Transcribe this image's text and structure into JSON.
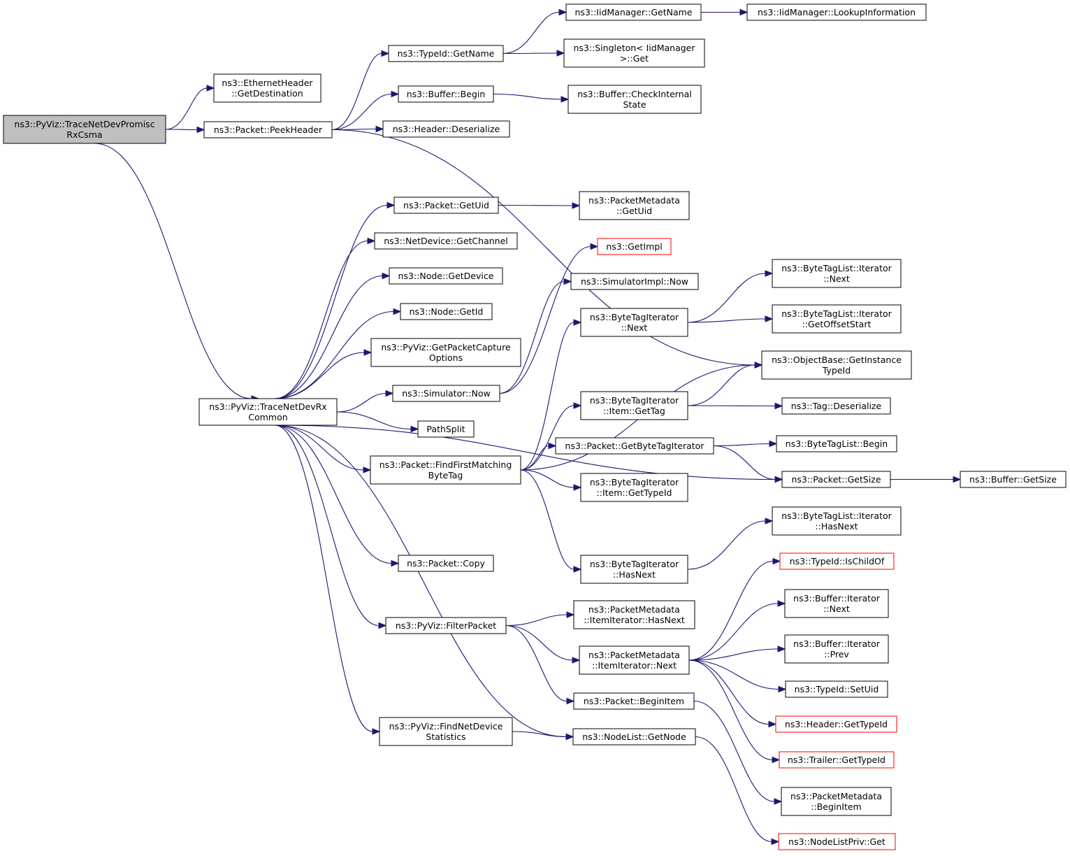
{
  "graph": {
    "nodes": [
      {
        "id": "root",
        "lines": [
          "ns3::PyViz::TraceNetDevPromisc",
          "RxCsma"
        ],
        "style": "root"
      },
      {
        "id": "eth_getdest",
        "lines": [
          "ns3::EthernetHeader",
          "::GetDestination"
        ]
      },
      {
        "id": "peekheader",
        "lines": [
          "ns3::Packet::PeekHeader"
        ]
      },
      {
        "id": "typeid_getname",
        "lines": [
          "ns3::TypeId::GetName"
        ]
      },
      {
        "id": "buffer_begin",
        "lines": [
          "ns3::Buffer::Begin"
        ]
      },
      {
        "id": "header_deser",
        "lines": [
          "ns3::Header::Deserialize"
        ]
      },
      {
        "id": "iid_getname",
        "lines": [
          "ns3::IidManager::GetName"
        ]
      },
      {
        "id": "iid_lookup",
        "lines": [
          "ns3::IidManager::LookupInformation"
        ]
      },
      {
        "id": "singleton_get",
        "lines": [
          "ns3::Singleton< IidManager",
          ">::Get"
        ]
      },
      {
        "id": "buffer_checkinternal",
        "lines": [
          "ns3::Buffer::CheckInternal",
          "State"
        ]
      },
      {
        "id": "tracecommon",
        "lines": [
          "ns3::PyViz::TraceNetDevRx",
          "Common"
        ]
      },
      {
        "id": "packet_getuid",
        "lines": [
          "ns3::Packet::GetUid"
        ]
      },
      {
        "id": "pmeta_getuid",
        "lines": [
          "ns3::PacketMetadata",
          "::GetUid"
        ]
      },
      {
        "id": "netdev_getchannel",
        "lines": [
          "ns3::NetDevice::GetChannel"
        ]
      },
      {
        "id": "node_getdevice",
        "lines": [
          "ns3::Node::GetDevice"
        ]
      },
      {
        "id": "node_getid",
        "lines": [
          "ns3::Node::GetId"
        ]
      },
      {
        "id": "getpacketcapture",
        "lines": [
          "ns3::PyViz::GetPacketCapture",
          "Options"
        ]
      },
      {
        "id": "simulator_now",
        "lines": [
          "ns3::Simulator::Now"
        ]
      },
      {
        "id": "pathsplit",
        "lines": [
          "PathSplit"
        ]
      },
      {
        "id": "findfirst",
        "lines": [
          "ns3::Packet::FindFirstMatching",
          "ByteTag"
        ]
      },
      {
        "id": "getimpl",
        "lines": [
          "ns3::GetImpl"
        ],
        "style": "red"
      },
      {
        "id": "simimpl_now",
        "lines": [
          "ns3::SimulatorImpl::Now"
        ]
      },
      {
        "id": "bti_next",
        "lines": [
          "ns3::ByteTagIterator",
          "::Next"
        ]
      },
      {
        "id": "btl_it_next",
        "lines": [
          "ns3::ByteTagList::Iterator",
          "::Next"
        ]
      },
      {
        "id": "btl_it_getoffset",
        "lines": [
          "ns3::ByteTagList::Iterator",
          "::GetOffsetStart"
        ]
      },
      {
        "id": "objbase_getinstance",
        "lines": [
          "ns3::ObjectBase::GetInstance",
          "TypeId"
        ]
      },
      {
        "id": "bti_item_gettag",
        "lines": [
          "ns3::ByteTagIterator",
          "::Item::GetTag"
        ]
      },
      {
        "id": "tag_deser",
        "lines": [
          "ns3::Tag::Deserialize"
        ]
      },
      {
        "id": "packet_getbytetagit",
        "lines": [
          "ns3::Packet::GetByteTagIterator"
        ]
      },
      {
        "id": "btl_begin",
        "lines": [
          "ns3::ByteTagList::Begin"
        ]
      },
      {
        "id": "packet_getsize",
        "lines": [
          "ns3::Packet::GetSize"
        ]
      },
      {
        "id": "buffer_getsize",
        "lines": [
          "ns3::Buffer::GetSize"
        ]
      },
      {
        "id": "bti_item_gettypeid",
        "lines": [
          "ns3::ByteTagIterator",
          "::Item::GetTypeId"
        ]
      },
      {
        "id": "btl_it_hasnext",
        "lines": [
          "ns3::ByteTagList::Iterator",
          "::HasNext"
        ]
      },
      {
        "id": "bti_hasnext",
        "lines": [
          "ns3::ByteTagIterator",
          "::HasNext"
        ]
      },
      {
        "id": "packet_copy",
        "lines": [
          "ns3::Packet::Copy"
        ]
      },
      {
        "id": "typeid_ischildof",
        "lines": [
          "ns3::TypeId::IsChildOf"
        ],
        "style": "red"
      },
      {
        "id": "buffer_it_next",
        "lines": [
          "ns3::Buffer::Iterator",
          "::Next"
        ]
      },
      {
        "id": "buffer_it_prev",
        "lines": [
          "ns3::Buffer::Iterator",
          "::Prev"
        ]
      },
      {
        "id": "filterpacket",
        "lines": [
          "ns3::PyViz::FilterPacket"
        ]
      },
      {
        "id": "pmeta_ii_hasnext",
        "lines": [
          "ns3::PacketMetadata",
          "::ItemIterator::HasNext"
        ]
      },
      {
        "id": "pmeta_ii_next",
        "lines": [
          "ns3::PacketMetadata",
          "::ItemIterator::Next"
        ]
      },
      {
        "id": "typeid_setuid",
        "lines": [
          "ns3::TypeId::SetUid"
        ]
      },
      {
        "id": "header_gettypeid",
        "lines": [
          "ns3::Header::GetTypeId"
        ],
        "style": "red"
      },
      {
        "id": "packet_beginitem",
        "lines": [
          "ns3::Packet::BeginItem"
        ]
      },
      {
        "id": "findnetdevstats",
        "lines": [
          "ns3::PyViz::FindNetDevice",
          "Statistics"
        ]
      },
      {
        "id": "nodelist_getnode",
        "lines": [
          "ns3::NodeList::GetNode"
        ]
      },
      {
        "id": "trailer_gettypeid",
        "lines": [
          "ns3::Trailer::GetTypeId"
        ],
        "style": "red"
      },
      {
        "id": "pmeta_beginitem",
        "lines": [
          "ns3::PacketMetadata",
          "::BeginItem"
        ]
      },
      {
        "id": "nodelistpriv_get",
        "lines": [
          "ns3::NodeListPriv::Get"
        ],
        "style": "red"
      }
    ],
    "edges": [
      {
        "from": "root",
        "to": "eth_getdest"
      },
      {
        "from": "root",
        "to": "peekheader"
      },
      {
        "from": "root",
        "to": "tracecommon"
      },
      {
        "from": "peekheader",
        "to": "typeid_getname"
      },
      {
        "from": "peekheader",
        "to": "buffer_begin"
      },
      {
        "from": "peekheader",
        "to": "header_deser"
      },
      {
        "from": "peekheader",
        "to": "objbase_getinstance"
      },
      {
        "from": "typeid_getname",
        "to": "iid_getname"
      },
      {
        "from": "typeid_getname",
        "to": "singleton_get"
      },
      {
        "from": "iid_getname",
        "to": "iid_lookup"
      },
      {
        "from": "buffer_begin",
        "to": "buffer_checkinternal"
      },
      {
        "from": "tracecommon",
        "to": "packet_getuid"
      },
      {
        "from": "tracecommon",
        "to": "netdev_getchannel"
      },
      {
        "from": "tracecommon",
        "to": "node_getdevice"
      },
      {
        "from": "tracecommon",
        "to": "node_getid"
      },
      {
        "from": "tracecommon",
        "to": "getpacketcapture"
      },
      {
        "from": "tracecommon",
        "to": "simulator_now"
      },
      {
        "from": "tracecommon",
        "to": "pathsplit"
      },
      {
        "from": "tracecommon",
        "to": "findfirst"
      },
      {
        "from": "tracecommon",
        "to": "packet_getsize"
      },
      {
        "from": "tracecommon",
        "to": "packet_copy"
      },
      {
        "from": "tracecommon",
        "to": "filterpacket"
      },
      {
        "from": "tracecommon",
        "to": "findnetdevstats"
      },
      {
        "from": "tracecommon",
        "to": "nodelist_getnode"
      },
      {
        "from": "packet_getuid",
        "to": "pmeta_getuid"
      },
      {
        "from": "simulator_now",
        "to": "getimpl"
      },
      {
        "from": "simulator_now",
        "to": "simimpl_now"
      },
      {
        "from": "findfirst",
        "to": "bti_next"
      },
      {
        "from": "findfirst",
        "to": "objbase_getinstance"
      },
      {
        "from": "findfirst",
        "to": "bti_item_gettag"
      },
      {
        "from": "findfirst",
        "to": "packet_getbytetagit"
      },
      {
        "from": "findfirst",
        "to": "bti_item_gettypeid"
      },
      {
        "from": "findfirst",
        "to": "bti_hasnext"
      },
      {
        "from": "bti_next",
        "to": "btl_it_next"
      },
      {
        "from": "bti_next",
        "to": "btl_it_getoffset"
      },
      {
        "from": "bti_item_gettag",
        "to": "objbase_getinstance"
      },
      {
        "from": "bti_item_gettag",
        "to": "tag_deser"
      },
      {
        "from": "packet_getbytetagit",
        "to": "btl_begin"
      },
      {
        "from": "packet_getbytetagit",
        "to": "packet_getsize"
      },
      {
        "from": "packet_getsize",
        "to": "buffer_getsize"
      },
      {
        "from": "bti_hasnext",
        "to": "btl_it_hasnext"
      },
      {
        "from": "filterpacket",
        "to": "pmeta_ii_hasnext"
      },
      {
        "from": "filterpacket",
        "to": "pmeta_ii_next"
      },
      {
        "from": "filterpacket",
        "to": "packet_beginitem"
      },
      {
        "from": "pmeta_ii_next",
        "to": "typeid_ischildof"
      },
      {
        "from": "pmeta_ii_next",
        "to": "buffer_it_next"
      },
      {
        "from": "pmeta_ii_next",
        "to": "buffer_it_prev"
      },
      {
        "from": "pmeta_ii_next",
        "to": "typeid_setuid"
      },
      {
        "from": "pmeta_ii_next",
        "to": "header_gettypeid"
      },
      {
        "from": "pmeta_ii_next",
        "to": "trailer_gettypeid"
      },
      {
        "from": "packet_beginitem",
        "to": "pmeta_beginitem"
      },
      {
        "from": "findnetdevstats",
        "to": "nodelist_getnode"
      },
      {
        "from": "nodelist_getnode",
        "to": "nodelistpriv_get"
      }
    ]
  },
  "colors": {
    "edge": "#191970",
    "root_fill": "#bfbfbf",
    "node_border": "#000000",
    "external_border": "#ff0000"
  }
}
